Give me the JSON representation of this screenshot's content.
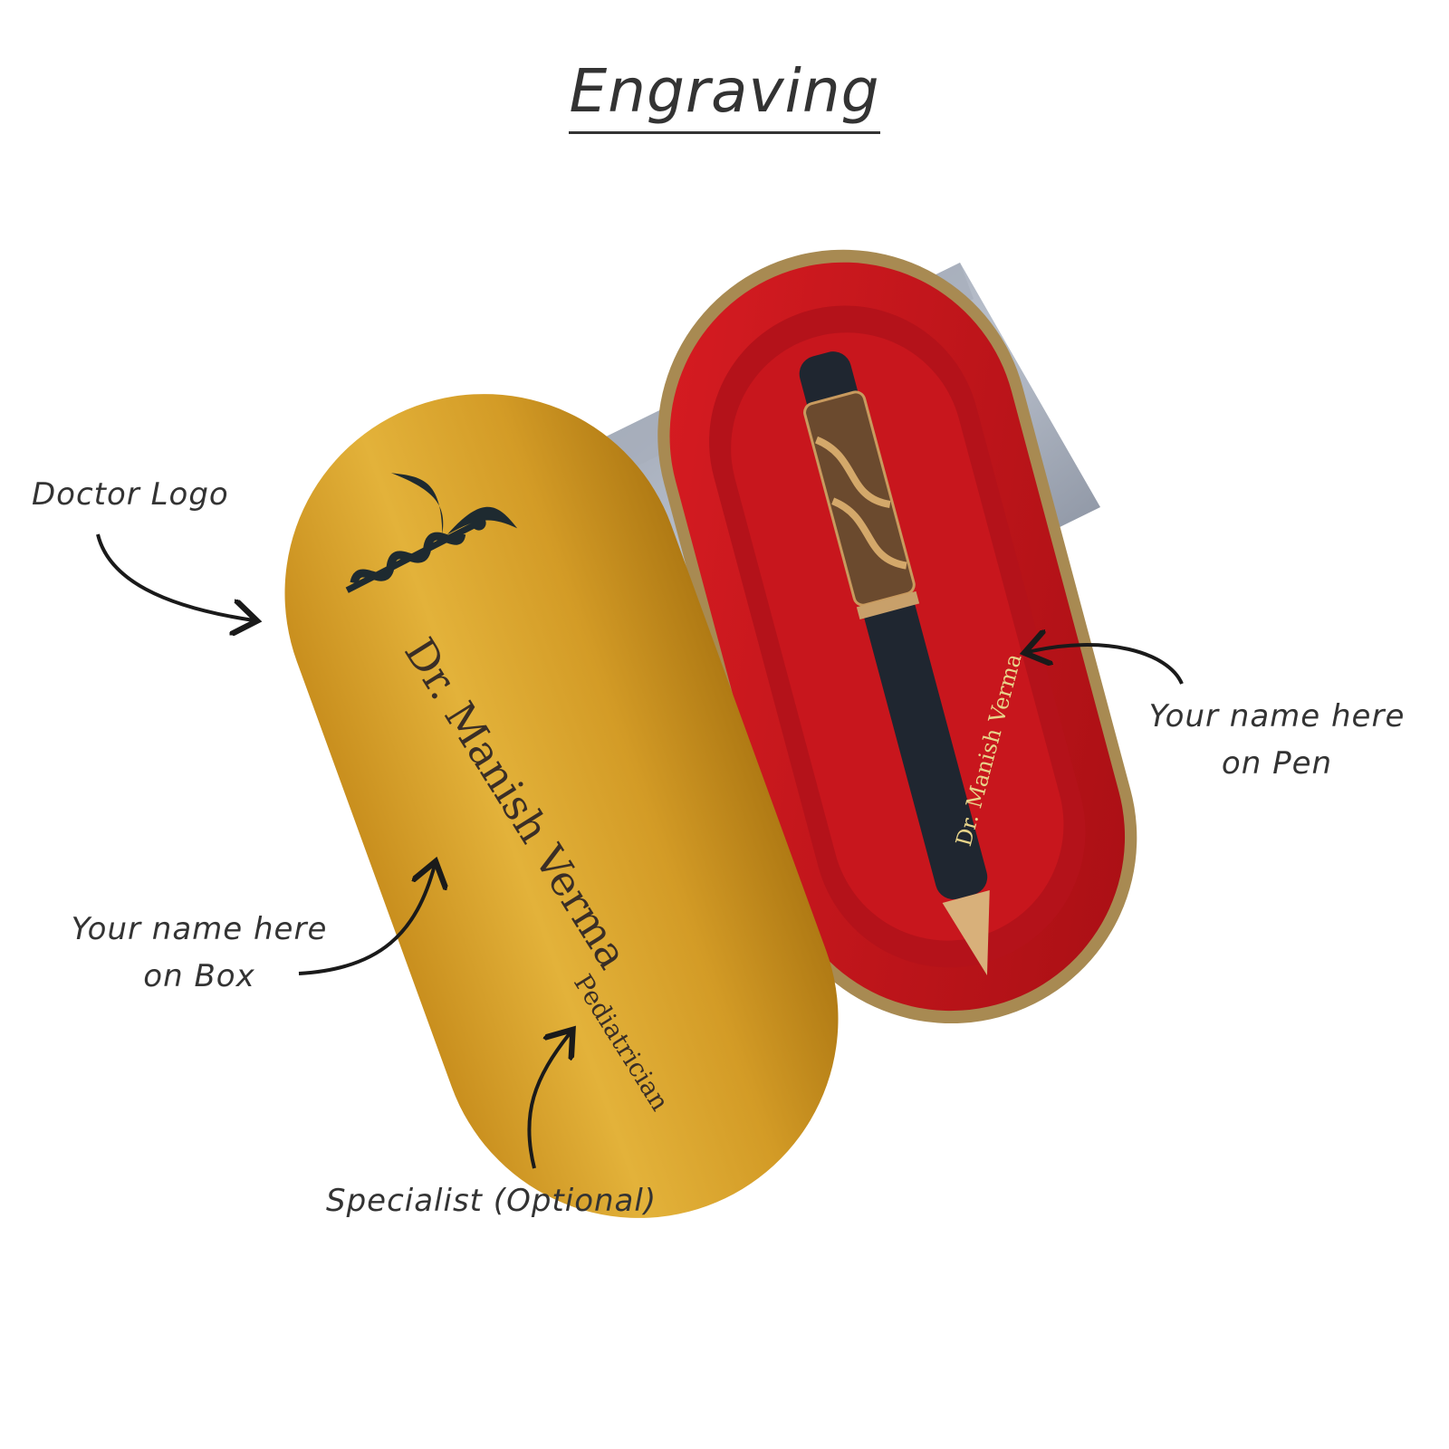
{
  "title": "Engraving",
  "labels": {
    "doctor_logo": "Doctor Logo",
    "name_box_line1": "Your name here",
    "name_box_line2": "on Box",
    "specialist": "Specialist (Optional)",
    "name_pen_line1": "Your name here",
    "name_pen_line2": "on Pen"
  },
  "engraving": {
    "box_name": "Dr. Manish Verma",
    "box_specialty": "Pediatrician",
    "pen_name": "Dr. Manish Verma"
  },
  "icons": [
    "caduceus-icon",
    "arrow-icon"
  ],
  "colors": {
    "gold_box": "#d9a42c",
    "velvet": "#c8141a",
    "pen_body": "#1f2630",
    "engrave_text_box": "#3a2e26",
    "engrave_text_pen": "#e8d48a",
    "label_text": "#333333"
  }
}
